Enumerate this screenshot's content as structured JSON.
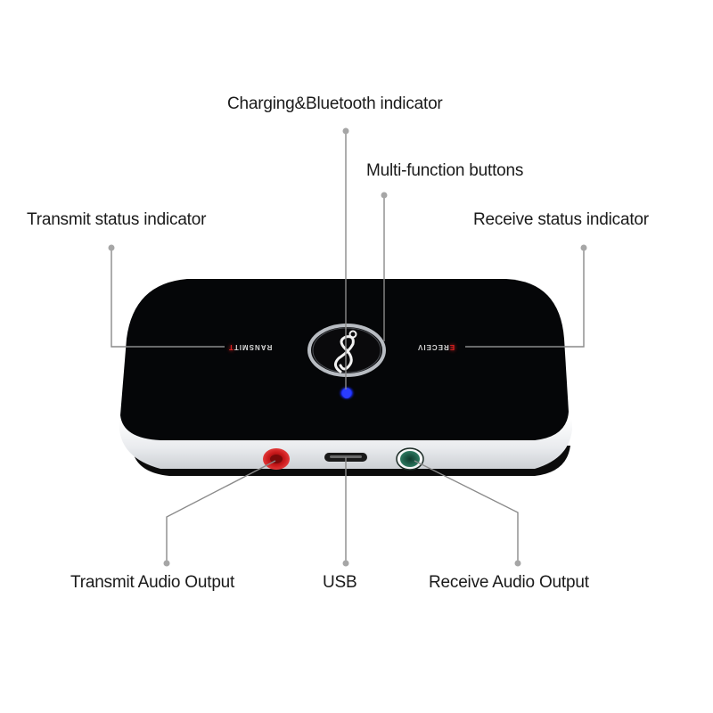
{
  "title": "Bluetooth transmitter/receiver diagram",
  "callouts": {
    "charging_bluetooth": "Charging&Bluetooth indicator",
    "multi_function": "Multi-function buttons",
    "transmit_status": "Transmit status indicator",
    "receive_status": "Receive status indicator",
    "transmit_audio": "Transmit Audio Output",
    "usb": "USB",
    "receive_audio": "Receive Audio Output"
  },
  "device": {
    "transmit_first": "T",
    "transmit_rest": "RANSMIT",
    "receive_rest": "RECEIV",
    "receive_last": "E",
    "colors": {
      "top": "#050608",
      "rim": "#eef0f2",
      "led": "#1a2cff",
      "transmit_jack": "#c8181a",
      "receive_jack": "#1f5e4a",
      "leader": "#8a8a8a"
    }
  }
}
